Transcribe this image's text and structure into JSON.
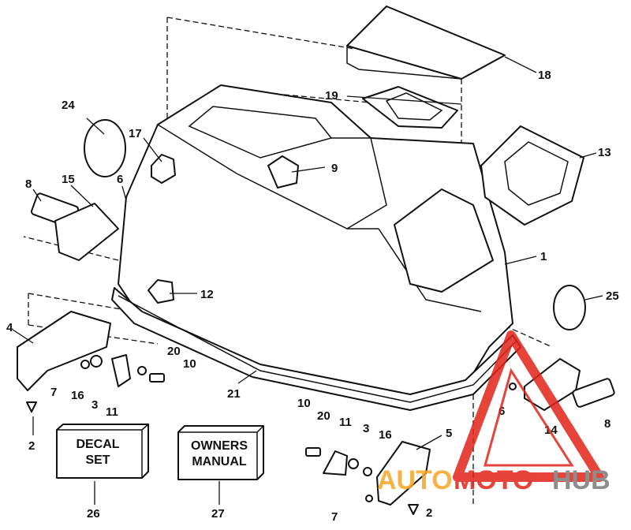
{
  "callouts": {
    "c1": "1",
    "c2a": "2",
    "c2b": "2",
    "c3a": "3",
    "c3b": "3",
    "c4": "4",
    "c5": "5",
    "c6a": "6",
    "c6b": "6",
    "c7a": "7",
    "c7b": "7",
    "c8a": "8",
    "c8b": "8",
    "c9": "9",
    "c10a": "10",
    "c10b": "10",
    "c11a": "11",
    "c11b": "11",
    "c12": "12",
    "c13": "13",
    "c14": "14",
    "c15": "15",
    "c16a": "16",
    "c16b": "16",
    "c17": "17",
    "c18": "18",
    "c19": "19",
    "c20a": "20",
    "c20b": "20",
    "c21": "21",
    "c24": "24",
    "c25": "25",
    "c26": "26",
    "c27": "27"
  },
  "decal_box": {
    "line1": "DECAL",
    "line2": "SET"
  },
  "manual_box": {
    "line1": "OWNERS",
    "line2": "MANUAL"
  },
  "watermark": {
    "part1": "AUTO",
    "part2": "MOTO",
    "part3": "HUB"
  },
  "colors": {
    "line": "#111111",
    "watermark_red": "#e2231a",
    "watermark_orange": "#f5a623",
    "watermark_gray": "#7a7a7a"
  }
}
